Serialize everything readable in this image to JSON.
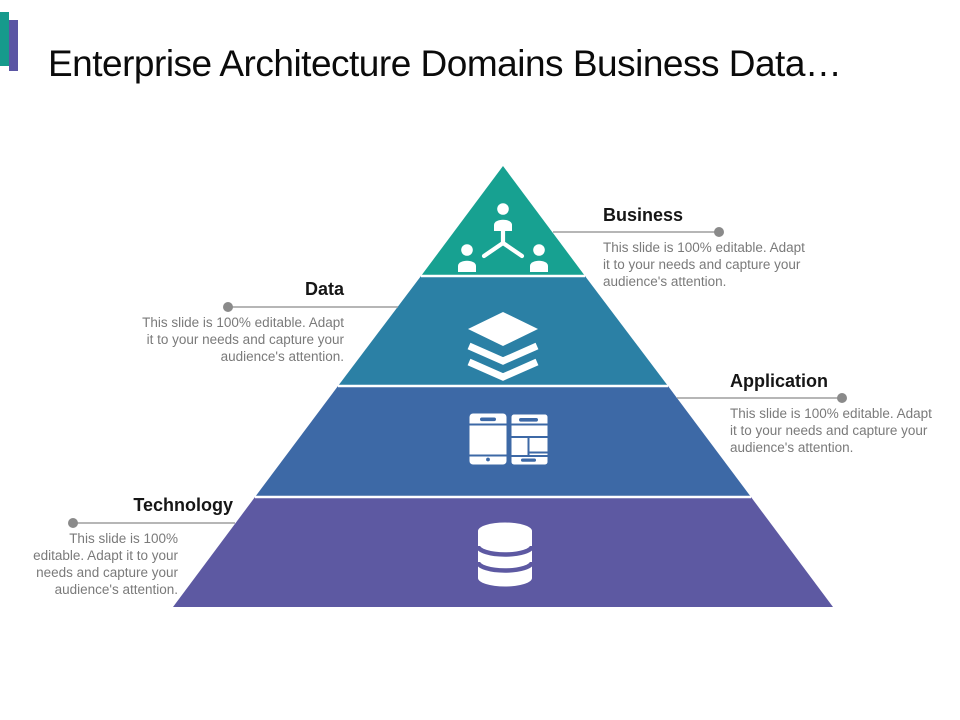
{
  "title": "Enterprise Architecture Domains Business Data…",
  "accent": {
    "teal": "#169a8c",
    "purple": "#5b56a4"
  },
  "connector": {
    "line_color": "#9e9e9e",
    "dot_color": "#8a8a8a"
  },
  "pyramid": {
    "levels": [
      {
        "name": "Business",
        "color": "#17a191",
        "icon": "org-chart-icon"
      },
      {
        "name": "Data",
        "color": "#2b80a5",
        "icon": "layers-icon"
      },
      {
        "name": "Application",
        "color": "#3d69a6",
        "icon": "devices-icon"
      },
      {
        "name": "Technology",
        "color": "#5d59a2",
        "icon": "database-icon"
      }
    ]
  },
  "callouts": {
    "business": {
      "label": "Business",
      "body_lines": [
        "This slide is 100% editable. Adapt",
        "it to your needs and capture your",
        "audience's attention."
      ]
    },
    "data": {
      "label": "Data",
      "body_lines": [
        "This slide is 100% editable. Adapt",
        "it to your needs and capture your",
        "audience's attention."
      ]
    },
    "application": {
      "label": "Application",
      "body_lines": [
        "This slide is 100% editable. Adapt",
        "it to your needs and capture your",
        "audience's attention."
      ]
    },
    "technology": {
      "label": "Technology",
      "body_lines": [
        "This slide is 100%",
        "editable. Adapt it to your",
        "needs and capture your",
        "audience's attention."
      ]
    }
  }
}
